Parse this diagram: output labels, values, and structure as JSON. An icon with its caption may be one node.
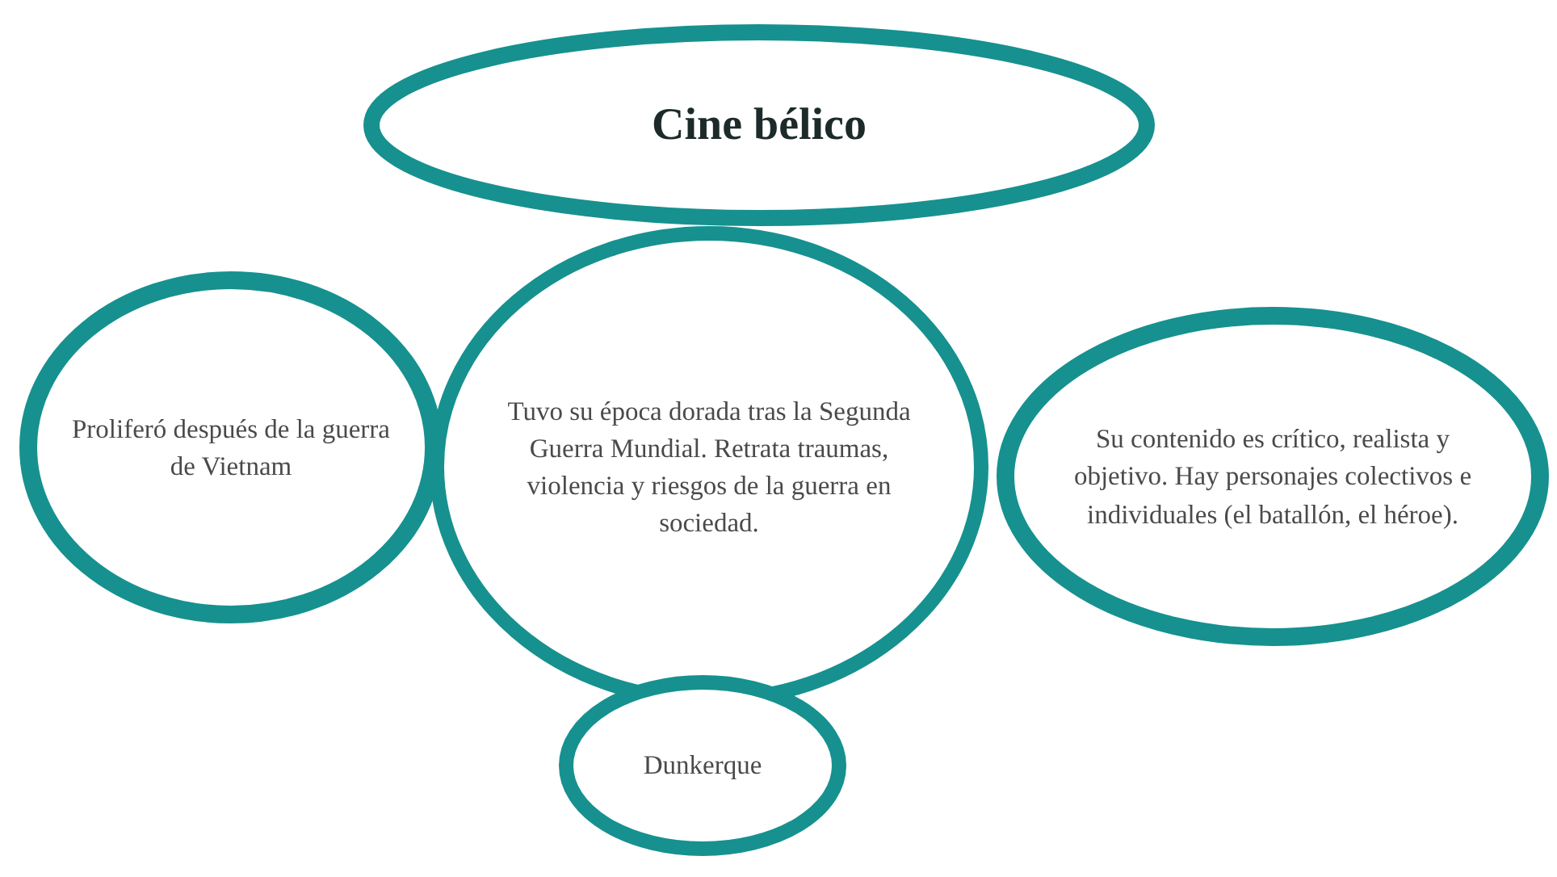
{
  "diagram": {
    "nodes": [
      {
        "text": [
          "Cine bélico"
        ]
      },
      {
        "text": [
          "Proliferó después de la guerra de Vietnam"
        ]
      },
      {
        "text": [
          "Tuvo su época dorada tras la Segunda Guerra Mundial. Retrata traumas, violencia y riesgos de la guerra en sociedad."
        ]
      },
      {
        "text": [
          "Su contenido es crítico, realista y objetivo. Hay personajes colectivos e individuales (el batallón, el héroe)."
        ]
      },
      {
        "text": [
          "Dunkerque"
        ]
      }
    ]
  }
}
